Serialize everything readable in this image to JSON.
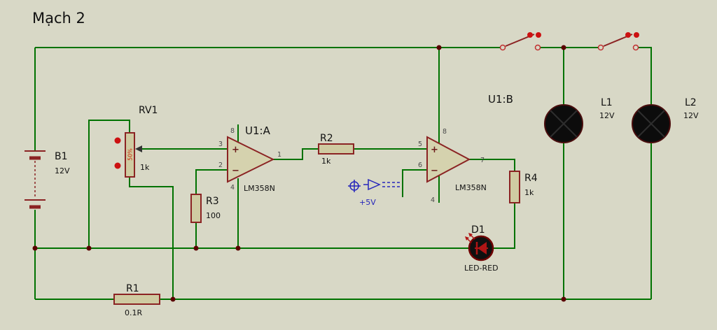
{
  "title": "Mạch 2",
  "colors": {
    "background": "#d8d8c6",
    "wire": "#007200",
    "component_outline": "#8b2323",
    "component_fill": "#cfcba2",
    "junction": "#5a0000",
    "interactive_red": "#cc1111",
    "probe_blue": "#2626bb"
  },
  "components": {
    "b1": {
      "ref": "B1",
      "value": "12V"
    },
    "rv1": {
      "ref": "RV1",
      "value": "1k",
      "wiper_percent": "50%"
    },
    "u1a": {
      "ref": "U1:A",
      "part": "LM358N",
      "plus_sign": "+",
      "minus_sign": "−",
      "pins": {
        "plus": "3",
        "minus": "2",
        "out": "1",
        "vcc": "8",
        "vee": "4"
      }
    },
    "u1b": {
      "ref": "U1:B",
      "part": "LM358N",
      "plus_sign": "+",
      "minus_sign": "−",
      "pins": {
        "plus": "5",
        "minus": "6",
        "out": "7",
        "vcc": "8",
        "vee": "4"
      }
    },
    "r1": {
      "ref": "R1",
      "value": "0.1R"
    },
    "r2": {
      "ref": "R2",
      "value": "1k"
    },
    "r3": {
      "ref": "R3",
      "value": "100"
    },
    "r4": {
      "ref": "R4",
      "value": "1k"
    },
    "d1": {
      "ref": "D1",
      "value": "LED-RED"
    },
    "l1": {
      "ref": "L1",
      "value": "12V"
    },
    "l2": {
      "ref": "L2",
      "value": "12V"
    },
    "source_5v": {
      "label": "+5V"
    }
  }
}
